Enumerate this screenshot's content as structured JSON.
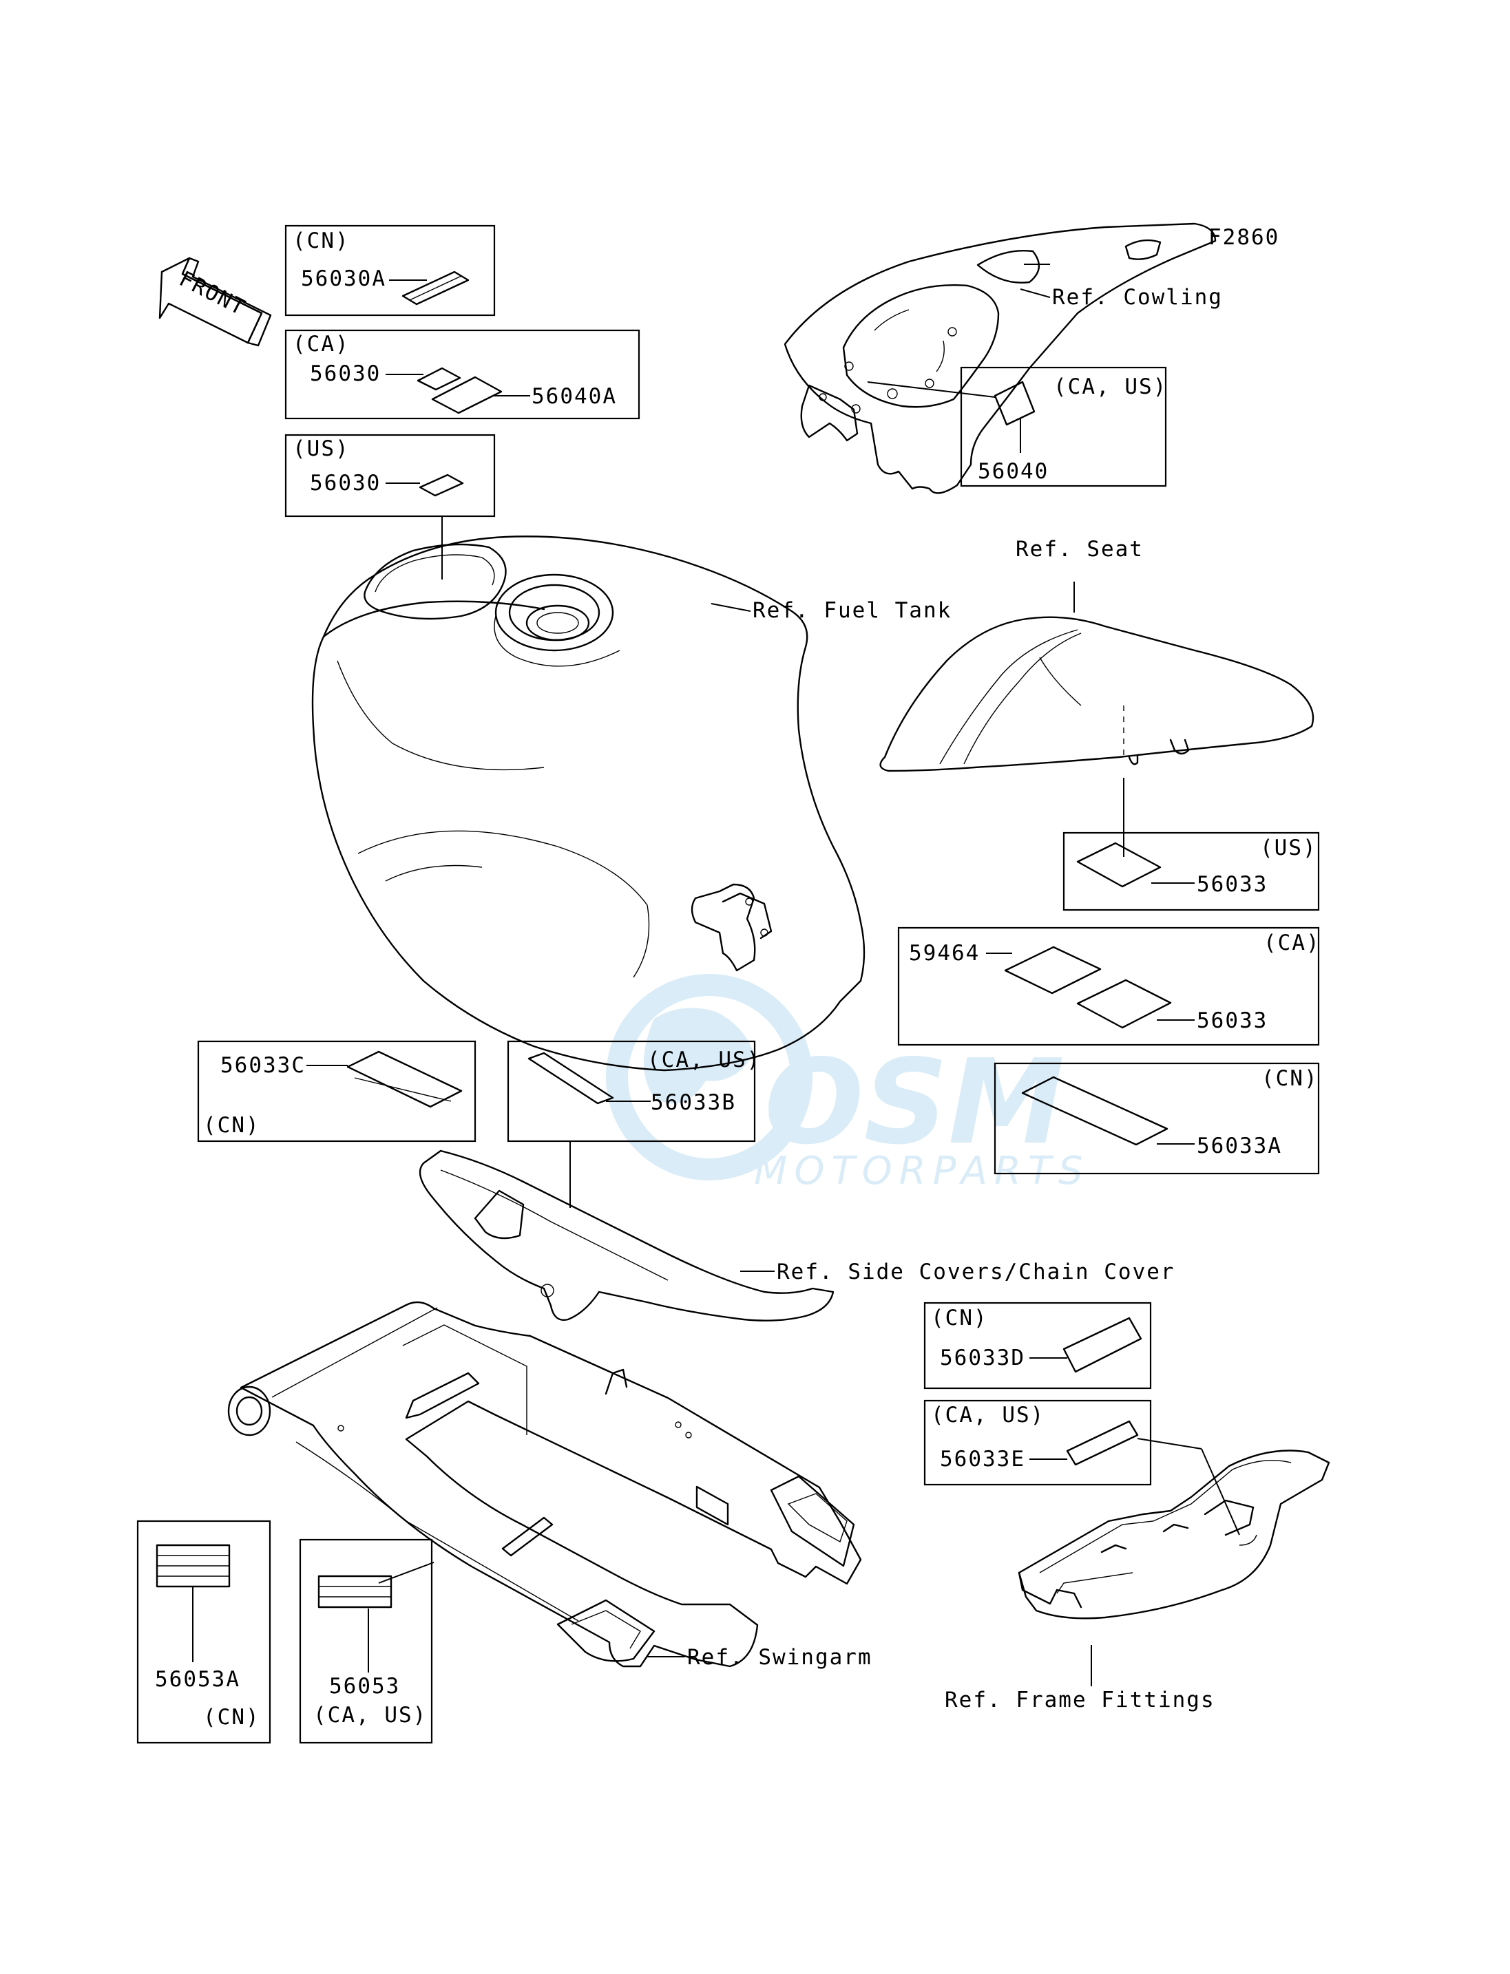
{
  "figure_code": "F2860",
  "front_label": "FRONT",
  "watermark": {
    "brand": "OSM",
    "sub": "MOTORPARTS",
    "color": "#1b8ed0"
  },
  "groups": {
    "cn_56030a": {
      "region": "(CN)",
      "part": "56030A"
    },
    "ca_56030": {
      "region": "(CA)",
      "part_a": "56030",
      "part_b": "56040A"
    },
    "us_56030": {
      "region": "(US)",
      "part": "56030"
    },
    "cowl_56040": {
      "region": "(CA, US)",
      "part": "56040"
    },
    "us_56033": {
      "region": "(US)",
      "part": "56033"
    },
    "ca_56033": {
      "region": "(CA)",
      "part_a": "59464",
      "part_b": "56033"
    },
    "cn_56033a": {
      "region": "(CN)",
      "part": "56033A"
    },
    "cn_56033c": {
      "region": "(CN)",
      "part": "56033C"
    },
    "caus_56033b": {
      "region": "(CA, US)",
      "part": "56033B"
    },
    "cn_56033d": {
      "region": "(CN)",
      "part": "56033D"
    },
    "caus_56033e": {
      "region": "(CA, US)",
      "part": "56033E"
    },
    "cn_56053a": {
      "region": "(CN)",
      "part": "56053A"
    },
    "caus_56053": {
      "region": "(CA, US)",
      "part": "56053"
    }
  },
  "refs": {
    "cowling": "Ref. Cowling",
    "seat": "Ref. Seat",
    "fuel_tank": "Ref. Fuel Tank",
    "side_covers": "Ref. Side Covers/Chain Cover",
    "swingarm": "Ref. Swingarm",
    "frame_fittings": "Ref. Frame Fittings"
  }
}
